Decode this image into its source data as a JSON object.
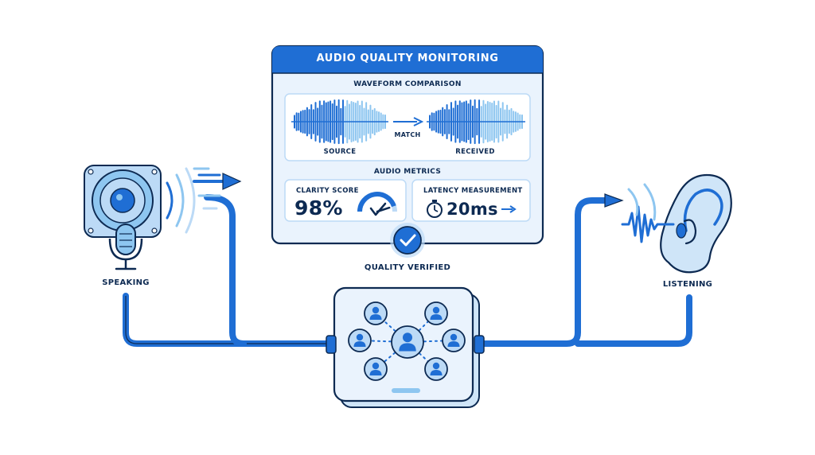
{
  "monitor": {
    "title": "AUDIO QUALITY MONITORING",
    "waveform_heading": "WAVEFORM COMPARISON",
    "source_label": "SOURCE",
    "match_label": "MATCH",
    "received_label": "RECEIVED",
    "metrics_heading": "AUDIO METRICS",
    "clarity": {
      "label": "CLARITY SCORE",
      "value": "98%",
      "gauge_level": 0.9
    },
    "latency": {
      "label": "LATENCY MEASUREMENT",
      "value": "20ms"
    },
    "verified_label": "QUALITY VERIFIED"
  },
  "speaker": {
    "label": "SPEAKING",
    "icons": [
      "speaker-icon",
      "microphone-icon"
    ]
  },
  "listener": {
    "label": "LISTENING",
    "icons": [
      "ear-icon",
      "sound-wave-icon"
    ]
  },
  "hub": {
    "participant_count": 7,
    "icon": "participant-icon"
  },
  "colors": {
    "primary": "#1f6ed4",
    "dark": "#0d2a52",
    "panel": "#e6f1fc",
    "light": "#bcdaf6",
    "accent_light": "#8ec6f0",
    "white": "#ffffff"
  }
}
